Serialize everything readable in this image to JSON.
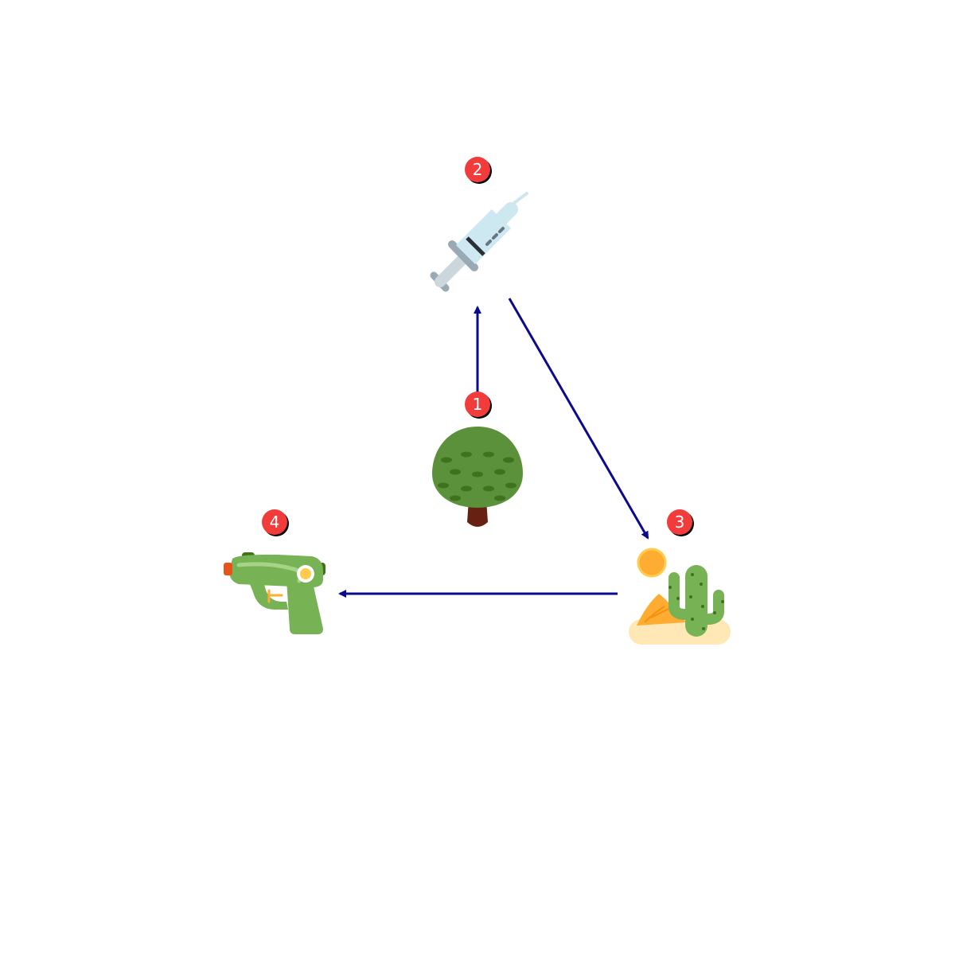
{
  "diagram": {
    "nodes": [
      {
        "id": "tree",
        "badge": "1",
        "icon": "deciduous-tree-icon"
      },
      {
        "id": "syringe",
        "badge": "2",
        "icon": "syringe-icon"
      },
      {
        "id": "desert",
        "badge": "3",
        "icon": "desert-icon"
      },
      {
        "id": "water-pistol",
        "badge": "4",
        "icon": "water-pistol-icon"
      }
    ],
    "edges": [
      {
        "from": "tree",
        "to": "syringe"
      },
      {
        "from": "syringe",
        "to": "desert"
      },
      {
        "from": "desert",
        "to": "water-pistol"
      }
    ],
    "colors": {
      "arrow": "#0a0a8c",
      "badge_fill": "#f23c3c",
      "badge_shadow": "#000000",
      "badge_text": "#ffffff"
    }
  }
}
